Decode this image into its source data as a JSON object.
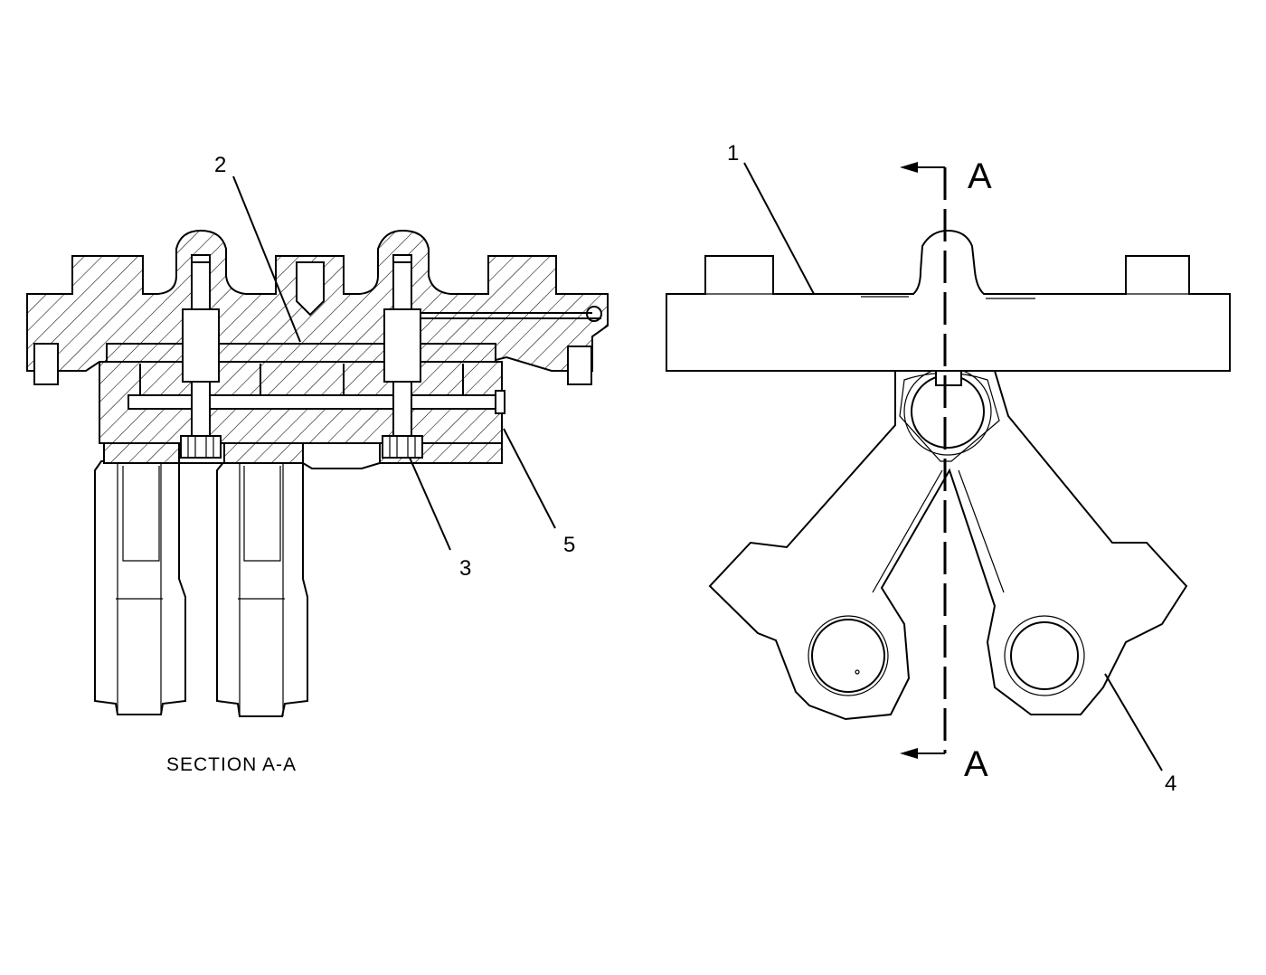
{
  "callouts": {
    "c1": "1",
    "c2": "2",
    "c3": "3",
    "c4": "4",
    "c5": "5"
  },
  "section_marks": {
    "top": "A",
    "bottom": "A"
  },
  "section_caption": "SECTION  A-A",
  "colors": {
    "line": "#000000",
    "background": "#ffffff"
  }
}
